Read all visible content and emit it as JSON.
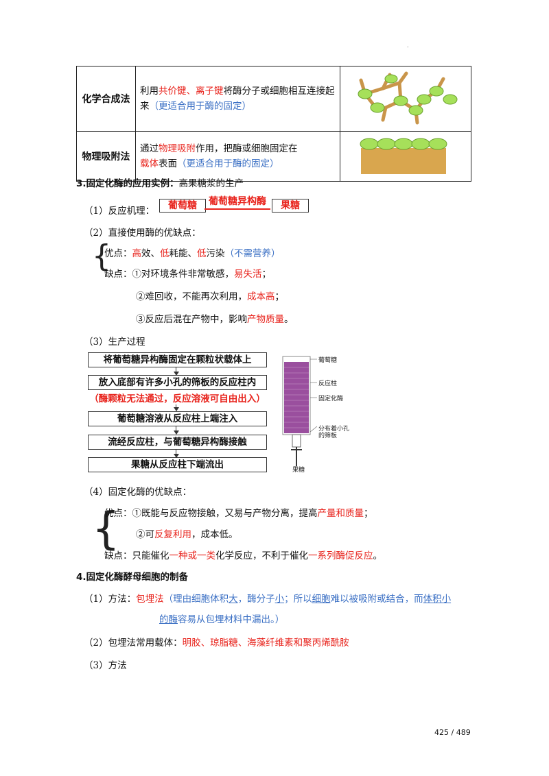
{
  "header_mark": ".",
  "table": {
    "rows": [
      {
        "method": "化学合成法",
        "desc_before": "利用",
        "desc_red": "共价键、离子键",
        "desc_mid": "将酶分子或细胞相互连接起来",
        "desc_blue": "（更适合用于酶的固定）",
        "image": "chemical-bond-diagram"
      },
      {
        "method": "物理吸附法",
        "desc_before": "通过",
        "desc_red": "物理吸附",
        "desc_mid": "作用，把酶或细胞固定在",
        "desc_red2": "载体",
        "desc_mid2": "表面",
        "desc_blue": "（更适合用于酶的固定）",
        "image": "adsorption-diagram"
      }
    ]
  },
  "section3": {
    "title": "3.固定化酶的应用实例：",
    "title_rest": "高果糖浆的生产",
    "p1_label": "（1）反应机理：",
    "p1_substrate": "葡萄糖",
    "p1_enzyme": "葡萄糖异构酶",
    "p1_product": "果糖",
    "p2_label": "（2）直接使用酶的优缺点：",
    "adv_label": "优点：",
    "adv_1": "高",
    "adv_2": "效、",
    "adv_3": "低",
    "adv_4": "耗能、",
    "adv_5": "低",
    "adv_6": "污染",
    "adv_note": "（不需营养）",
    "dis_label": "缺点：",
    "dis_1a": "①对环境条件非常敏感，",
    "dis_1b": "易失活",
    "dis_1c": "；",
    "dis_2a": "②难回收，不能再次利用，",
    "dis_2b": "成本高",
    "dis_2c": "；",
    "dis_3a": "③反应后混在产物中，影响",
    "dis_3b": "产物质量",
    "dis_3c": "。",
    "p3_label": "（3）生产过程",
    "flow": [
      "将葡萄糖异构酶固定在颗粒状载体上",
      "放入底部有许多小孔的筛板的反应柱内",
      "葡萄糖溶液从反应柱上端注入",
      "流经反应柱，与葡萄糖异构酶接触",
      "果糖从反应柱下端流出"
    ],
    "flow_note": "（酶颗粒无法通过，反应溶液可自由出入）",
    "column_labels": {
      "glucose": "葡萄糖",
      "column": "反应柱",
      "enzyme": "固定化酶",
      "sieve1": "分布着小孔",
      "sieve2": "的筛板",
      "fructose": "果糖"
    },
    "p4_label": "（4）固定化酶的优缺点：",
    "adv2_label": "优点：",
    "adv2_1a": "①既能与反应物接触，又易与产物分离，提高",
    "adv2_1b": "产量和质量",
    "adv2_1c": "；",
    "adv2_2a": "②可",
    "adv2_2b": "反复利用",
    "adv2_2c": "，成本低。",
    "dis2_label": "缺点：",
    "dis2_a": "只能催化",
    "dis2_b": "一种或一类",
    "dis2_c": "化学反应，不利于催化",
    "dis2_d": "一系列酶促反应",
    "dis2_e": "。"
  },
  "section4": {
    "title": "4.固定化酶酵母细胞的制备",
    "p1_label": "（1）方法：",
    "p1_method": "包埋法",
    "p1_note_a": "（理由细胞体积",
    "p1_note_b": "大",
    "p1_note_c": "，酶分子",
    "p1_note_d": "小",
    "p1_note_e": "；所以",
    "p1_note_f": "细胞",
    "p1_note_g": "难以被吸附或结合，而",
    "p1_note_h": "体积小",
    "p1_note_i": "的酶",
    "p1_note_j": "容易从包埋材料中漏出。）",
    "p2_label": "（2）包埋法常用载体：",
    "p2_value": "明胶、琼脂糖、海藻纤维素和聚丙烯酰胺",
    "p3_label": "（3）方法"
  },
  "page_number": "425 / 489",
  "colors": {
    "red": "#e8231c",
    "blue": "#3a6fc4",
    "bead_green": "#a6e05a",
    "carrier": "#d9a64e",
    "column": "#9a4f9e"
  }
}
